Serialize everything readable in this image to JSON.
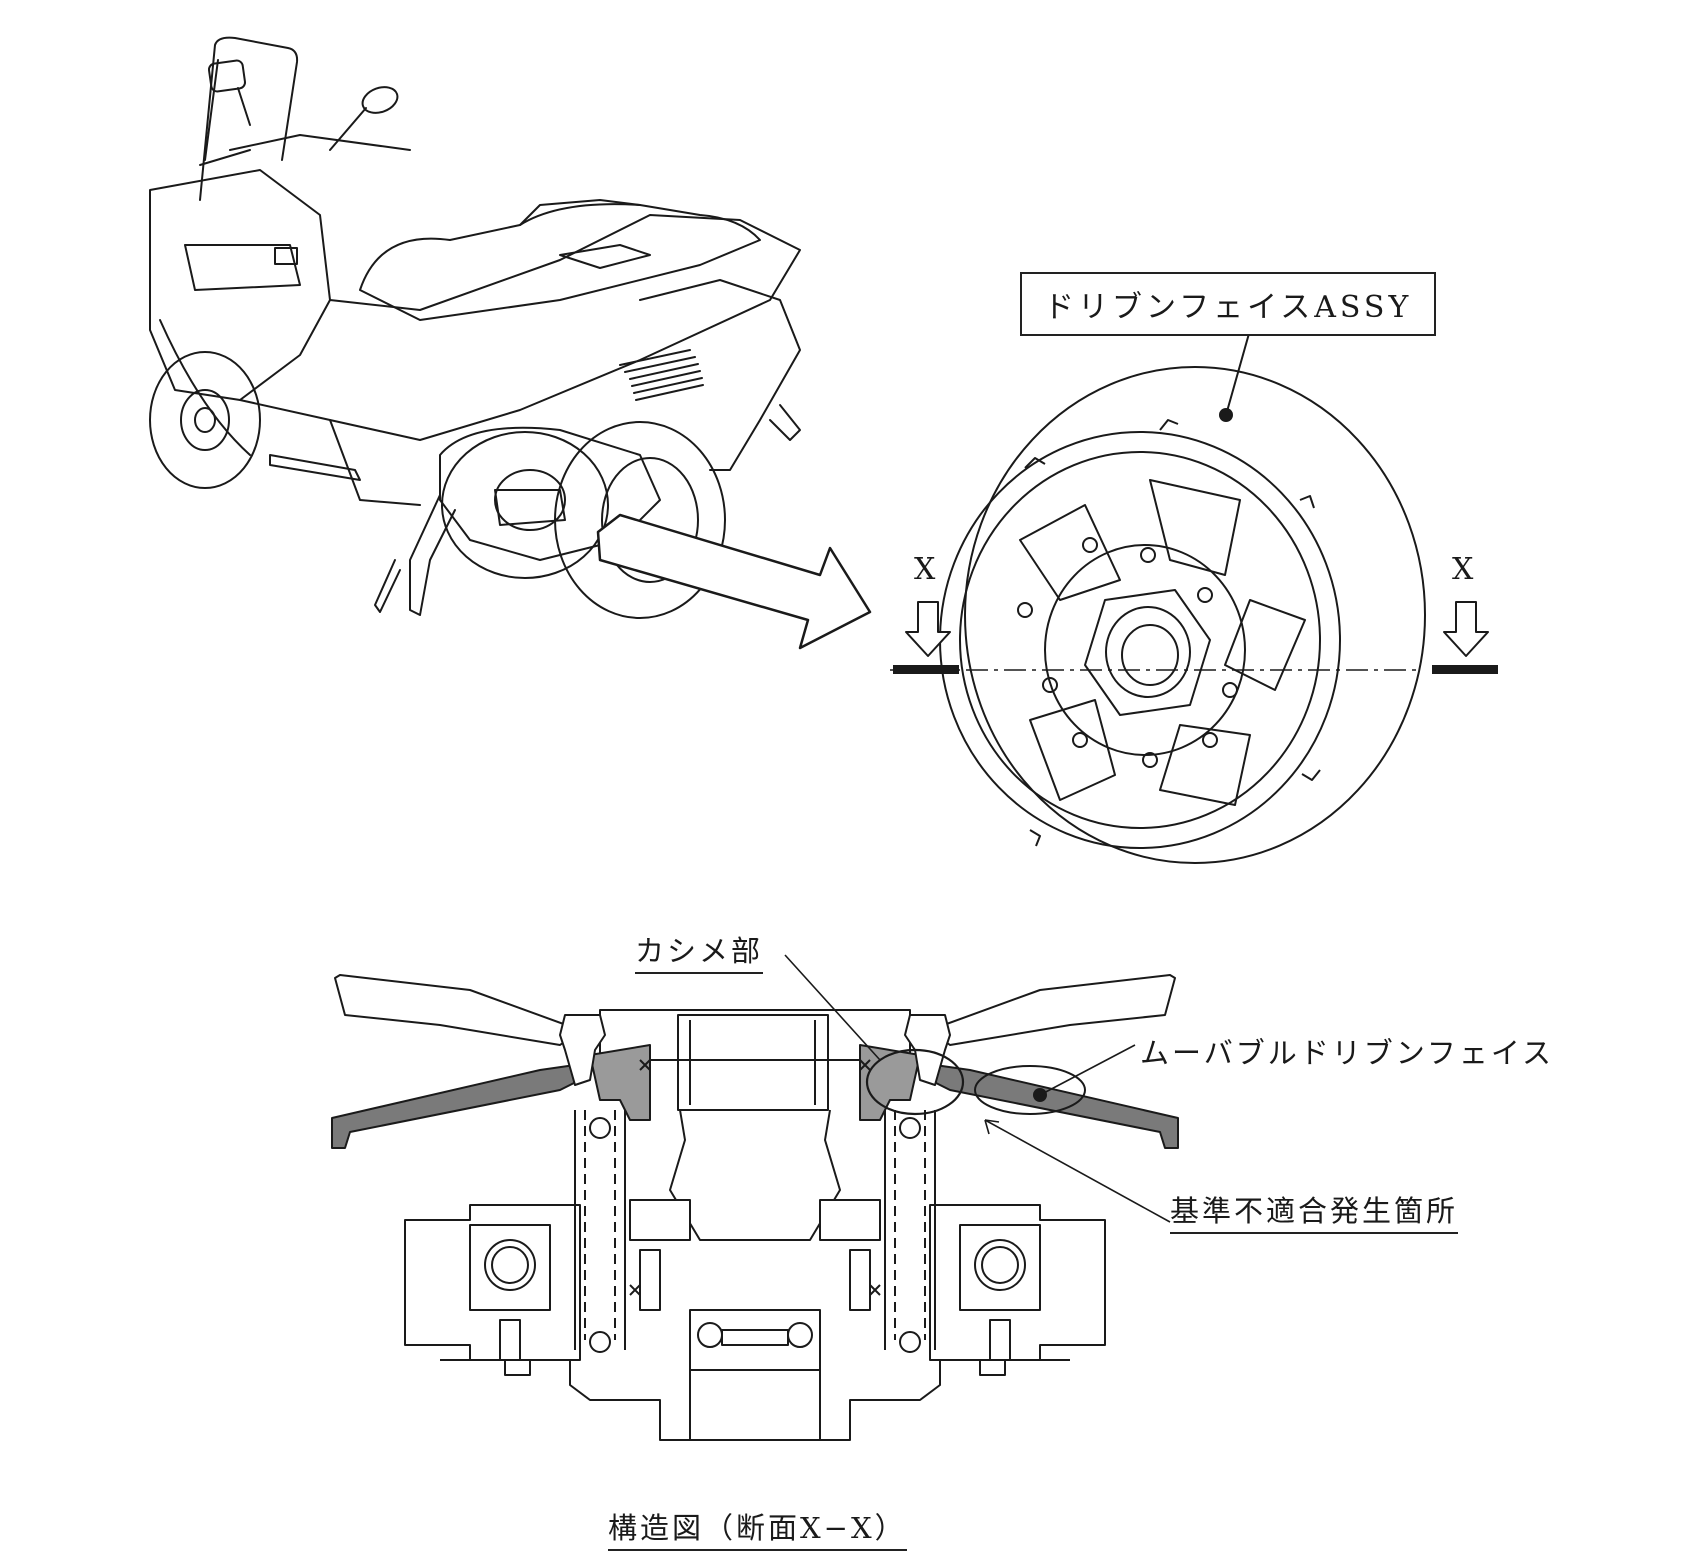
{
  "labels": {
    "assy": "ドリブンフェイスASSY",
    "section_left_x": "X",
    "section_right_x": "X",
    "kashime": "カシメ部",
    "movable_face": "ムーバブルドリブンフェイス",
    "defect_location": "基準不適合発生箇所",
    "caption": "構造図（断面X−X）"
  },
  "colors": {
    "line": "#1a1a1a",
    "shade": "#7a7a7a",
    "background": "#ffffff"
  }
}
